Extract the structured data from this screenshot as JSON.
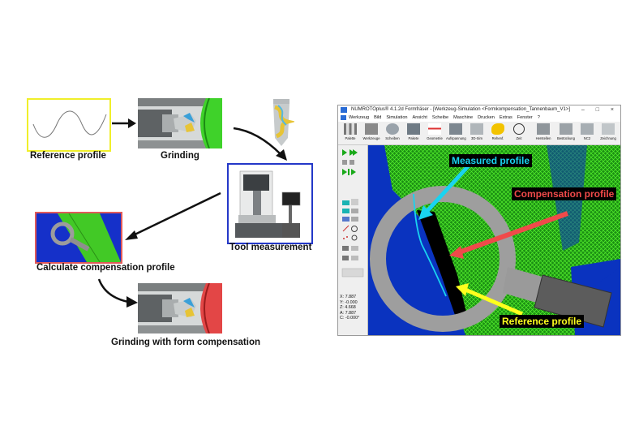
{
  "workflow": {
    "reference_profile": "Reference profile",
    "grinding": "Grinding",
    "tool_measurement": "Tool measurement",
    "calculate_compensation": "Calculate compensation profile",
    "grinding_with_compensation": "Grinding with form compensation"
  },
  "software": {
    "title": "NUMROTOplus® 4.1.2d Formfräser - [Werkzeug-Simulation <Formkompensation_Tannenbaum_V1>]",
    "menu": [
      "Werkzeug",
      "Bild",
      "Simulation",
      "Ansicht",
      "Scheibe",
      "Maschine",
      "Drucken",
      "Extras",
      "Fenster",
      "?"
    ],
    "toolbar": [
      "Palette",
      "Werkzeuge",
      "Scheiben",
      "Pakete",
      "Geometrie",
      "Aufspannung",
      "3D-Sim",
      "Rehenf.",
      "Zeit",
      "Herstellen",
      "Bestückung",
      "NC2",
      "Zeichnung"
    ],
    "coords": [
      "X: 7.887",
      "Y: -0.000",
      "Z: 4.668",
      "A: 7.887",
      "C: -0.000°"
    ],
    "labels": {
      "measured": "Measured profile",
      "compensation": "Compensation profile",
      "reference": "Reference profile"
    },
    "colors": {
      "measured": "#19d3f0",
      "compensation": "#f04a4a",
      "reference": "#ffff1e",
      "mesh": "#35e11a",
      "background": "#0a33bf"
    }
  }
}
